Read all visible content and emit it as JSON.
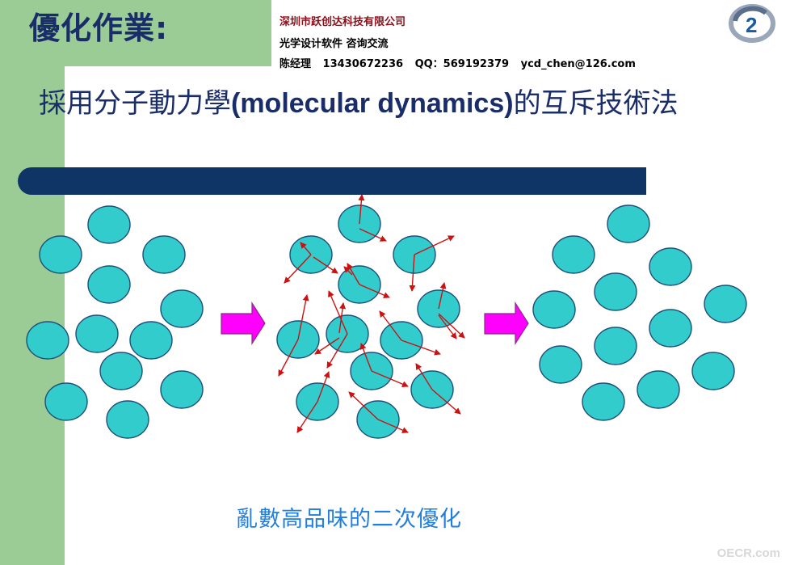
{
  "slide": {
    "title": "優化作業:",
    "heading_cn_before": "採用分子動力學",
    "heading_en": "(molecular dynamics)",
    "heading_cn_after": "的互斥技術法",
    "caption": "亂數高品味的二次優化"
  },
  "company": {
    "name": "深圳市跃创达科技有限公司",
    "tagline": "光学设计软件  咨询交流",
    "contact_name": "陈经理",
    "phone": "13430672236",
    "qq": "QQ：569192379",
    "email": "ycd_chen@126.com"
  },
  "watermark": "OECR.com",
  "colors": {
    "green_band": "#9bcc95",
    "title_navy": "#1a2d6b",
    "bar_navy": "#0f3566",
    "particle_fill": "#33cccc",
    "particle_stroke": "#1e4f7a",
    "arrow_red": "#cc1111",
    "arrow_magenta": "#ff00ff",
    "caption_blue": "#1f7ee0"
  },
  "icons": {
    "logo": "company-logo-icon",
    "process_arrow": "right-arrow-icon",
    "velocity_arrow": "red-arrow-icon"
  }
}
